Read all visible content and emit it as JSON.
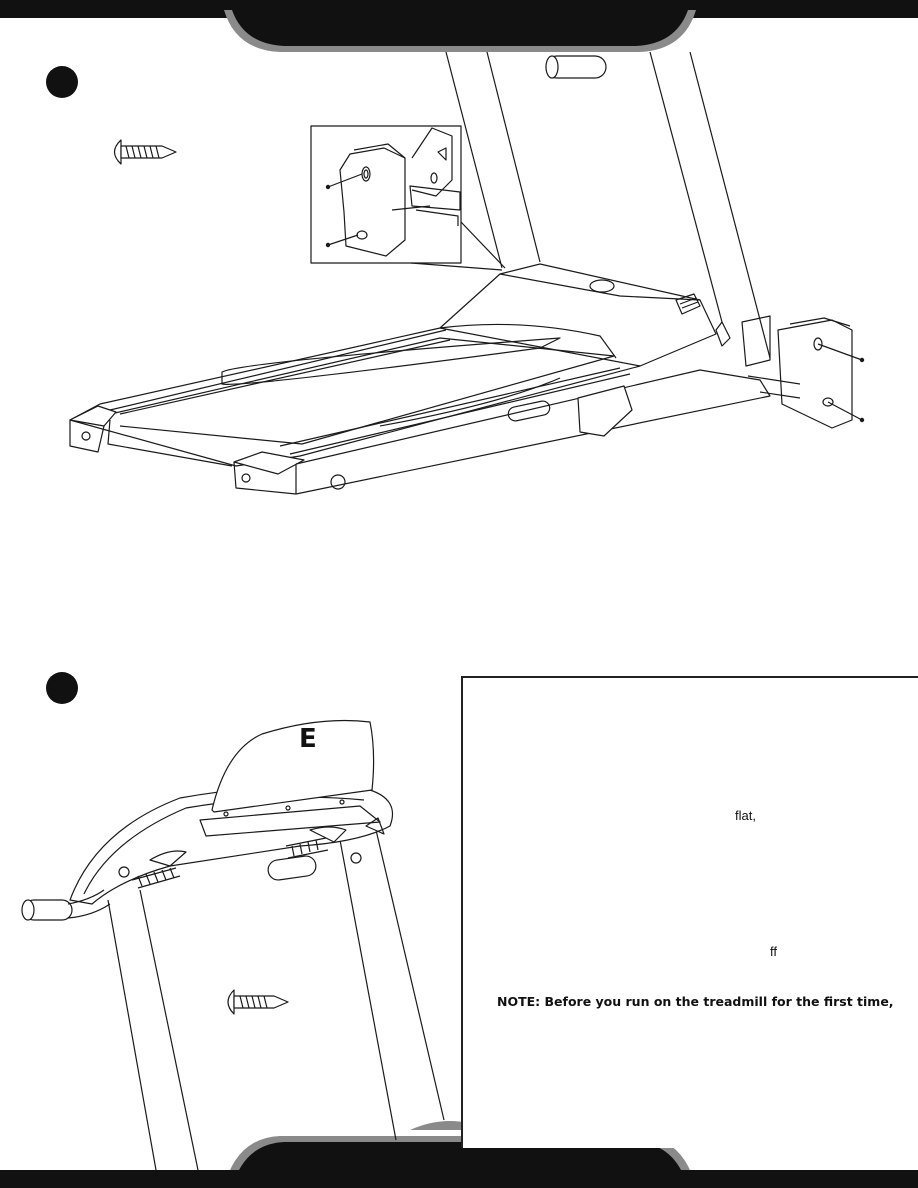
{
  "step_a": {
    "screw_icon": "screw-icon"
  },
  "step_b": {
    "part_label": "E",
    "screw_icon": "screw-icon",
    "fragment_flat": "flat,",
    "fragment_ff": "ff",
    "note": "NOTE: Before you run on the treadmill for the first time,"
  },
  "colors": {
    "banner": "#111111",
    "banner_edge": "#8a8a8a",
    "line": "#1a1a1a"
  }
}
